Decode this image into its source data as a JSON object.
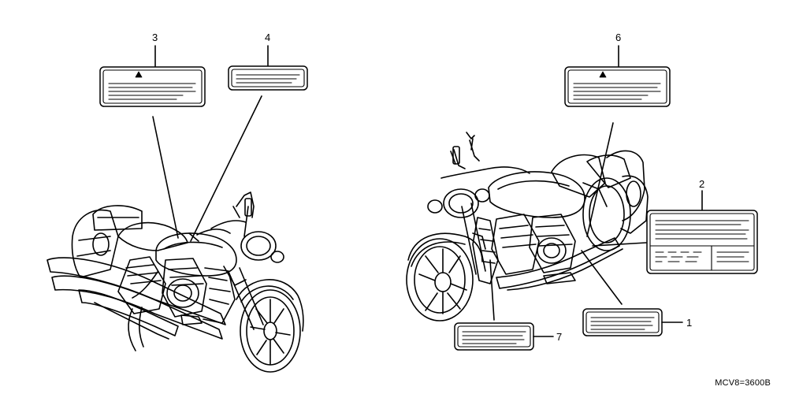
{
  "diagram": {
    "callouts": [
      "1",
      "2",
      "3",
      "4",
      "6",
      "7"
    ],
    "drawing_code": "MCV8=3600B"
  }
}
